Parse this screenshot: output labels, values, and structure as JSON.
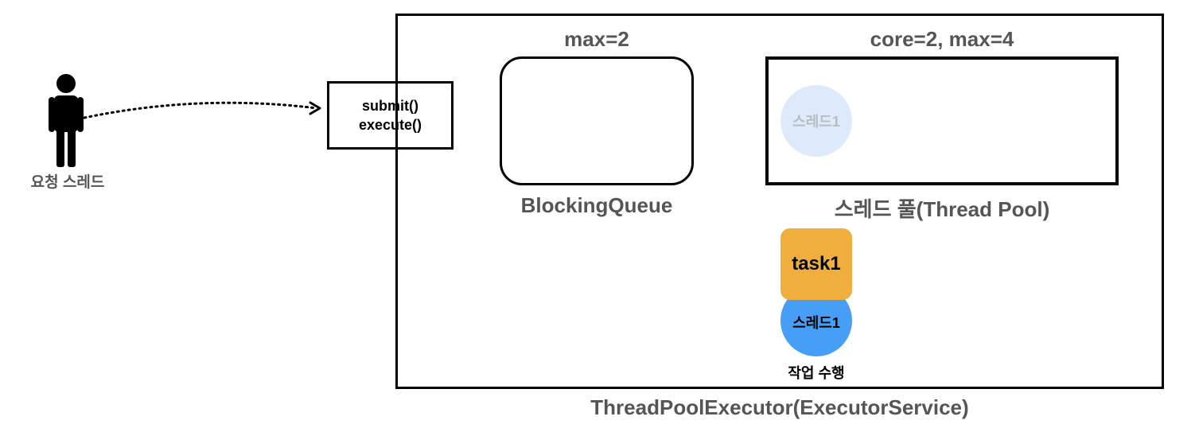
{
  "requester": {
    "label": "요청 스레드",
    "icon": "person-icon"
  },
  "submit_box": {
    "line1": "submit()",
    "line2": "execute()"
  },
  "queue": {
    "max_label": "max=2",
    "name": "BlockingQueue"
  },
  "pool": {
    "max_label": "core=2, max=4",
    "name": "스레드 풀(Thread Pool)",
    "idle_thread_label": "스레드1"
  },
  "active": {
    "task_label": "task1",
    "thread_label": "스레드1",
    "status_label": "작업 수행"
  },
  "executor": {
    "name": "ThreadPoolExecutor(ExecutorService)"
  },
  "colors": {
    "task": "#f0ae3c",
    "thread_active": "#479ef6",
    "thread_faded": "#dceafb",
    "label_gray": "#555555"
  }
}
